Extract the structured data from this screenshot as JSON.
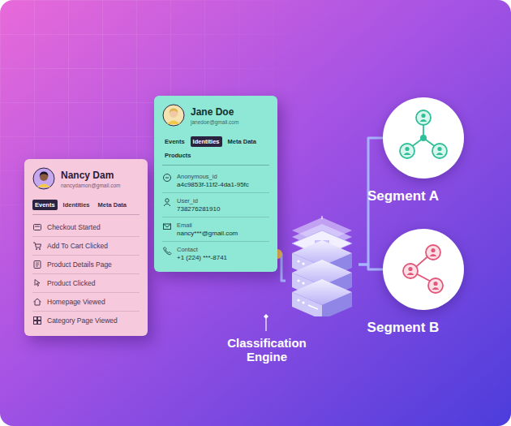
{
  "diagram": {
    "nodes": [
      {
        "text": [
          "Nancy Dam",
          "nancydamon@gmail.com",
          "Events",
          "Identities",
          "Meta Data",
          "Checkout Started",
          "Add To Cart Clicked",
          "Product Details Page",
          "Product Clicked",
          "Homepage Viewed",
          "Category Page Viewed"
        ]
      },
      {
        "text": [
          "Jane Doe",
          "janedoe@gmail.com",
          "Events",
          "Identities",
          "Meta Data",
          "Products",
          "Anonymous_id",
          "a4c9853f-11f2-4da1-95fc",
          "User_id",
          "738276281910",
          "Email",
          "nancy***@gmail.com",
          "Contact",
          "+1 (224) ***-8741"
        ]
      },
      {
        "text": [
          "Classification Engine"
        ]
      },
      {
        "text": [
          "Segment A"
        ]
      },
      {
        "text": [
          "Segment B"
        ]
      }
    ],
    "edges": [
      {
        "from": 1,
        "to": 2,
        "arrow": "none"
      },
      {
        "from": 2,
        "to": 3,
        "arrow": "none"
      },
      {
        "from": 2,
        "to": 4,
        "arrow": "none"
      }
    ]
  }
}
